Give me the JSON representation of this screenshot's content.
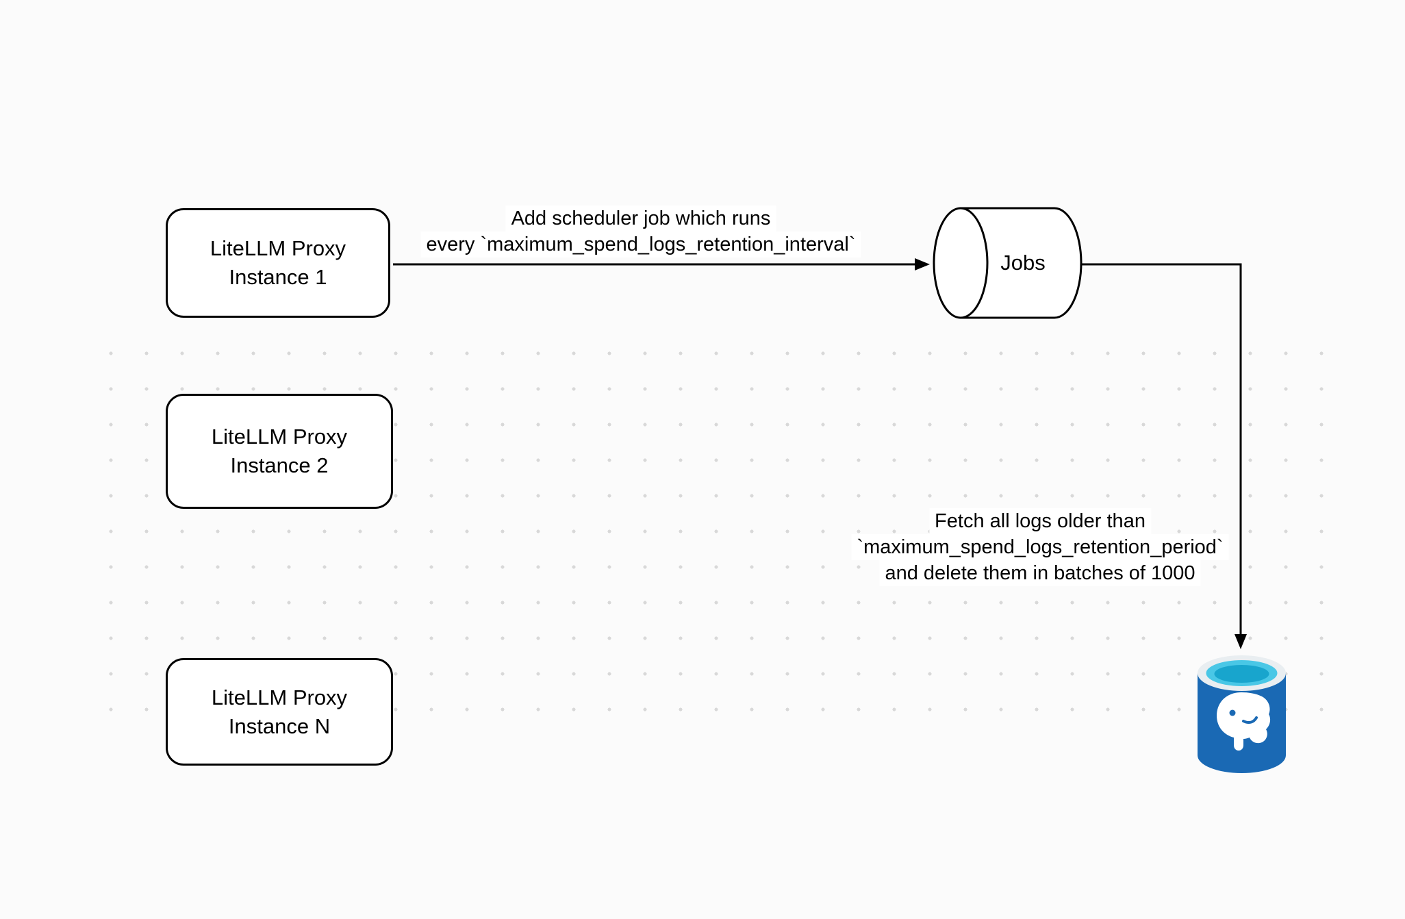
{
  "colors": {
    "background": "#fbfbfb",
    "dot_color": "#d8d8d8",
    "stroke": "#000000",
    "text": "#000000",
    "node_fill": "#ffffff",
    "label_bg": "#ffffff",
    "postgres_blue": "#1a69b4",
    "postgres_cyan": "#49c7e6",
    "postgres_cyan_deep": "#18a5cd",
    "postgres_rim": "#e9eef1"
  },
  "icons": {
    "database": "postgresql-elephant-icon"
  },
  "nodes": {
    "proxy_instance_1": {
      "line1": "LiteLLM Proxy",
      "line2": "Instance 1"
    },
    "proxy_instance_2": {
      "line1": "LiteLLM Proxy",
      "line2": "Instance 2"
    },
    "proxy_instance_n": {
      "line1": "LiteLLM Proxy",
      "line2": "Instance N"
    },
    "jobs_queue": {
      "label": "Jobs"
    }
  },
  "edges": {
    "add_scheduler_job": {
      "label_line1": "Add scheduler job which runs",
      "label_line2": "every `maximum_spend_logs_retention_interval`"
    },
    "fetch_and_delete": {
      "label_line1": "Fetch all logs older than",
      "label_line2": "`maximum_spend_logs_retention_period`",
      "label_line3": "and delete them in batches of 1000"
    }
  }
}
